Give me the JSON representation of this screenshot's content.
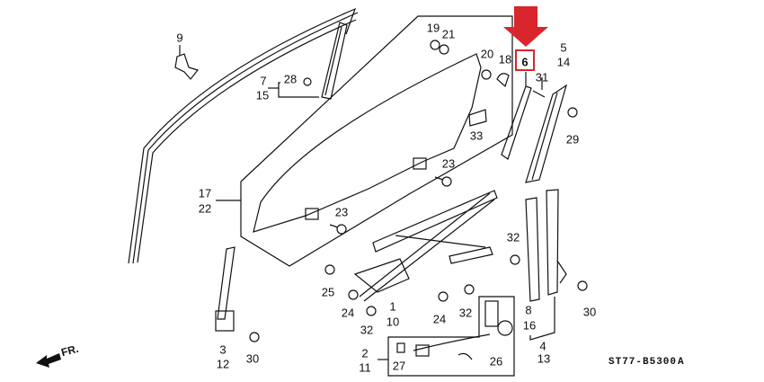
{
  "diagram": {
    "diagram_code": "ST77-B5300",
    "revision": "A",
    "front_label": "FR.",
    "highlighted_part": "6",
    "highlight_color": "#d9262c",
    "labels": {
      "p9": "9",
      "p7": "7",
      "p15": "15",
      "p28": "28",
      "p17": "17",
      "p22": "22",
      "p23a": "23",
      "p23b": "23",
      "p19": "19",
      "p21": "21",
      "p20": "20",
      "p18": "18",
      "p6": "6",
      "p5": "5",
      "p14": "14",
      "p31": "31",
      "p33": "33",
      "p29": "29",
      "p3": "3",
      "p12": "12",
      "p30a": "30",
      "p25": "25",
      "p24a": "24",
      "p32a": "32",
      "p1": "1",
      "p10": "10",
      "p24b": "24",
      "p32b": "32",
      "p32c": "32",
      "p8": "8",
      "p16": "16",
      "p30b": "30",
      "p4": "4",
      "p13": "13",
      "p2": "2",
      "p11": "11",
      "p27": "27",
      "p26": "26"
    }
  }
}
